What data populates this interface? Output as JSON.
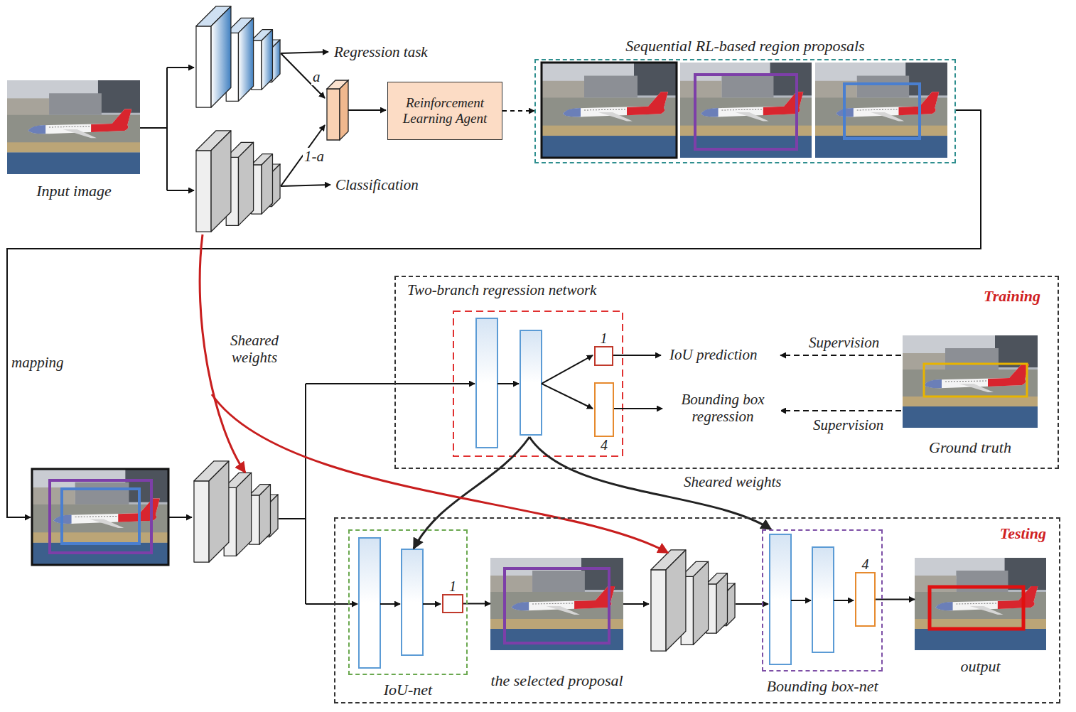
{
  "diagram": {
    "nodes": [
      {
        "text": [
          "Input image"
        ]
      },
      {
        "text": [
          "Reinforcement Learning Agent"
        ]
      },
      {
        "text": [
          "Sequential RL-based region proposals"
        ]
      },
      {
        "text": [
          "Two-branch regression network",
          "Training"
        ]
      },
      {
        "text": [
          "1"
        ],
        "in": 3
      },
      {
        "text": [
          "4"
        ],
        "in": 3
      },
      {
        "text": [
          "Ground truth"
        ],
        "in": 3
      },
      {
        "text": [
          "Testing"
        ]
      },
      {
        "text": [
          "IoU-net"
        ],
        "in": 7
      },
      {
        "text": [
          "1"
        ],
        "in": 8
      },
      {
        "text": [
          "the selected proposal"
        ],
        "in": 7
      },
      {
        "text": [
          "Bounding box-net"
        ],
        "in": 7
      },
      {
        "text": [
          "4"
        ],
        "in": 11
      },
      {
        "text": [
          "output"
        ],
        "in": 7
      }
    ],
    "edges": [
      {
        "from": 1,
        "to": 2,
        "arrow": "to"
      },
      {
        "from": 9,
        "to": 10,
        "arrow": "to"
      },
      {
        "from": 12,
        "to": 13,
        "arrow": "to"
      }
    ],
    "labels": [
      "Regression task",
      "a",
      "1-a",
      "Classification",
      "mapping",
      "Sheared weights",
      "IoU prediction",
      "Supervision",
      "Bounding box regression",
      "Supervision",
      "Sheared weights"
    ]
  }
}
